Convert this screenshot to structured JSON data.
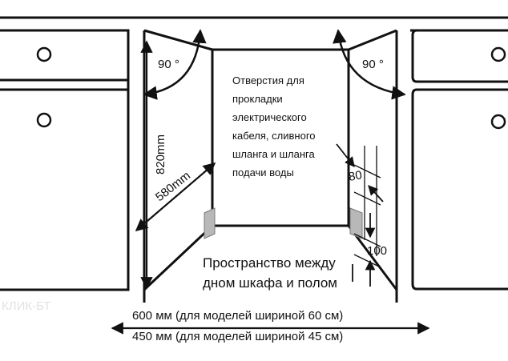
{
  "diagram": {
    "left_angle": "90 °",
    "right_angle": "90 °",
    "height_dim": "820mm",
    "depth_dim": "580mm",
    "hole_note": [
      "Отверстия для",
      "прокладки",
      "электрического",
      "кабеля, сливного",
      "шланга и шланга",
      "подачи воды"
    ],
    "dim_80": "80",
    "dim_100": "100",
    "space_note": [
      "Пространство между",
      "дном шкафа и полом"
    ],
    "width_600": "600 мм (для моделей шириной 60 см)",
    "width_450": "450 мм (для моделей шириной 45 см)",
    "watermark": "КЛИК-БТ"
  }
}
